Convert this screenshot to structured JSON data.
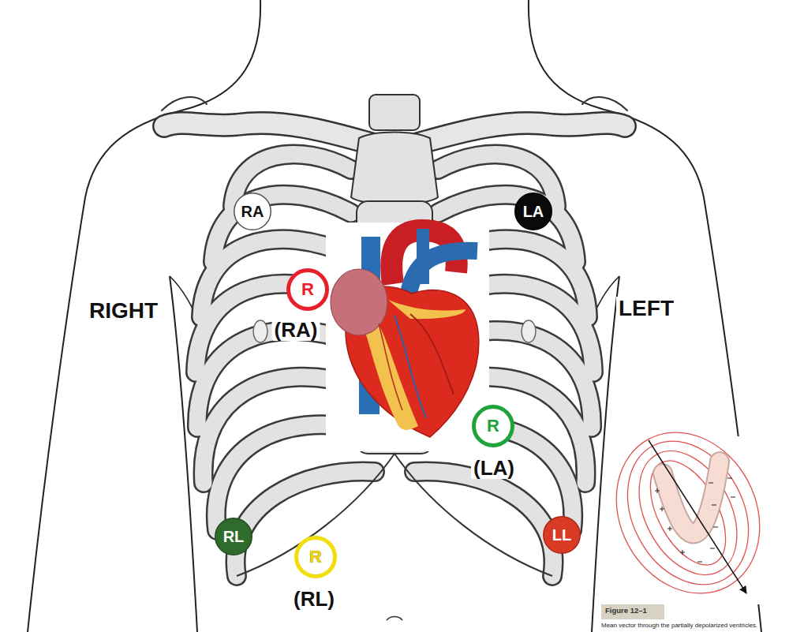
{
  "diagram": {
    "nodes": [
      {
        "text": [
          "RA"
        ]
      },
      {
        "text": [
          "LA"
        ]
      },
      {
        "text": [
          "R",
          "(RA)"
        ]
      },
      {
        "text": [
          "R",
          "(LA)"
        ]
      },
      {
        "text": [
          "RL"
        ]
      },
      {
        "text": [
          "R",
          "(RL)"
        ]
      },
      {
        "text": [
          "LL"
        ]
      }
    ],
    "labels": [
      "RIGHT",
      "LEFT",
      "Figure 12–1",
      "Mean vector through the partially depolarized ventricles."
    ]
  }
}
